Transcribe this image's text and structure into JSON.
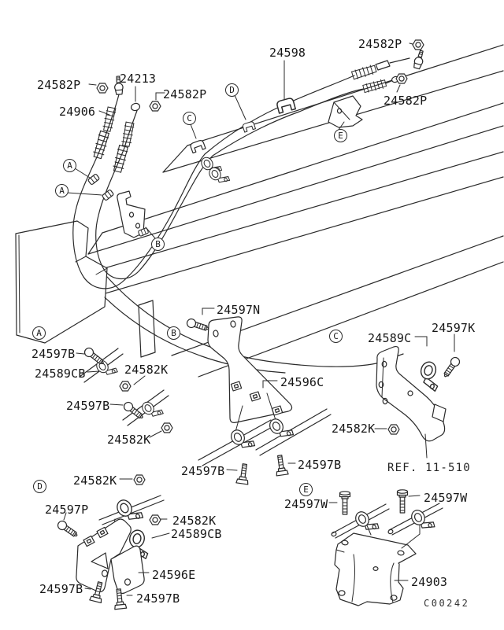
{
  "diagram": {
    "callouts": {
      "a": "A",
      "b": "B",
      "c": "C",
      "d": "D",
      "e": "E"
    },
    "top_labels": {
      "p24582p_1": "24582P",
      "p24213": "24213",
      "p24582p_2": "24582P",
      "p24598": "24598",
      "p24582p_3": "24582P",
      "p24582p_4": "24582P",
      "p24906": "24906"
    },
    "section_a": {
      "b1": "24597B",
      "cb": "24589CB",
      "k1": "24582K",
      "b2": "24597B",
      "k2": "24582K"
    },
    "section_b": {
      "n": "24597N",
      "c": "24596C",
      "b_left": "24597B",
      "b_right": "24597B"
    },
    "section_c": {
      "c": "24589C",
      "k": "24597K",
      "nut": "24582K",
      "ref": "REF. 11-510"
    },
    "section_d": {
      "k1": "24582K",
      "p": "24597P",
      "k2": "24582K",
      "cb": "24589CB",
      "e": "24596E",
      "b1": "24597B",
      "b2": "24597B"
    },
    "section_e": {
      "w1": "24597W",
      "w2": "24597W",
      "bracket": "24903"
    },
    "drawing_code": "C00242"
  }
}
